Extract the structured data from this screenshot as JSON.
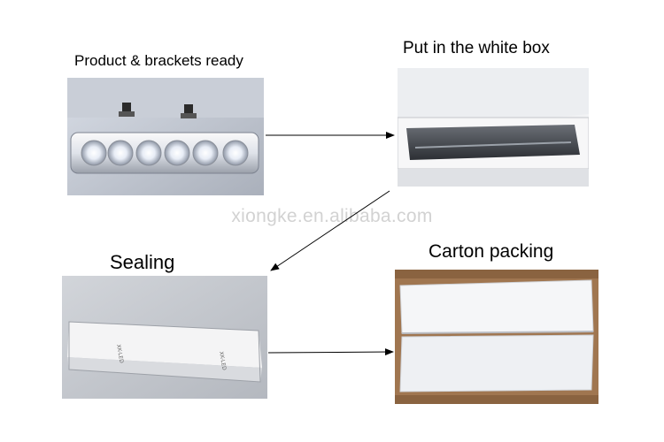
{
  "steps": [
    {
      "label": "Product & brackets ready"
    },
    {
      "label": "Put in the white box"
    },
    {
      "label": "Sealing"
    },
    {
      "label": "Carton packing"
    }
  ],
  "watermark": "xiongke.en.alibaba.com"
}
